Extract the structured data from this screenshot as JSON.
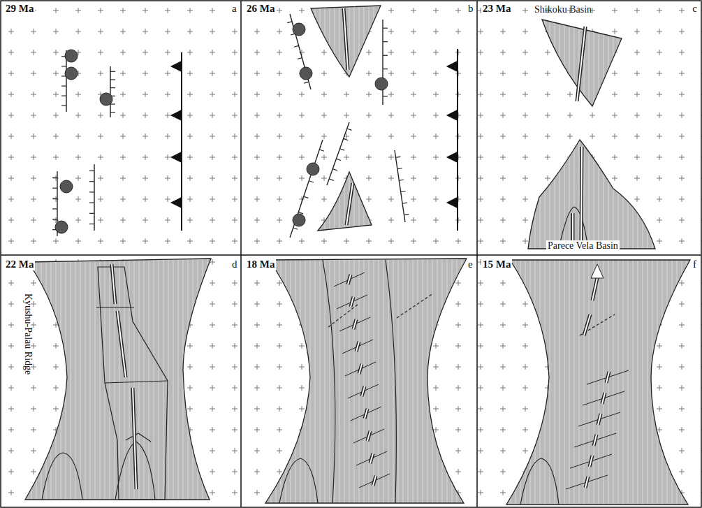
{
  "diagram": {
    "labels": [
      "29 Ma",
      "a",
      "26 Ma",
      "b",
      "23 Ma",
      "c",
      "Shikoku Basin",
      "Parece Vela Basin",
      "22 Ma",
      "d",
      "Kyushu-Palau Ridge",
      "18 Ma",
      "e",
      "15 Ma",
      "f"
    ]
  }
}
